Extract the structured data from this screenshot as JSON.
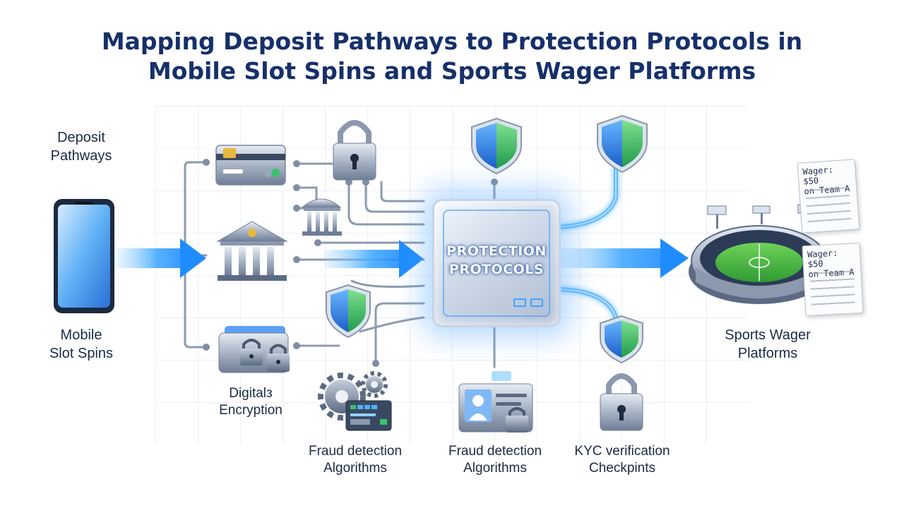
{
  "title": {
    "line1": "Mapping Deposit Pathways to Protection Protocols in",
    "line2": "Mobile Slot Spins and Sports Wager Platforms"
  },
  "labels": {
    "deposit_pathways": [
      "Deposit",
      "Pathways"
    ],
    "mobile_slot_spins": [
      "Mobile",
      "Slot Spins"
    ],
    "digital_encryption": [
      "Digitalз",
      "Encryption"
    ],
    "fraud_detection_1": [
      "Fraud detection",
      "Algorithms"
    ],
    "fraud_detection_2": [
      "Fraud detection",
      "Algorithms"
    ],
    "kyc": [
      "KYC verification",
      "Checkpints"
    ],
    "sports_wager": [
      "Sports Wager",
      "Platforms"
    ]
  },
  "center": {
    "line1": "PROTECTION",
    "line2": "PROTOCOLS"
  },
  "tickets": [
    {
      "line1": "Wager: $50",
      "line2": "on Team A"
    },
    {
      "line1": "Wager: $50",
      "line2": "on Team A"
    }
  ],
  "colors": {
    "title": "#16306a",
    "arrow_blue": "#1e8cff",
    "shield_blue": "#2d7fe0",
    "shield_green": "#3fbf6a",
    "metal": "#8e9bb0"
  },
  "icons": [
    "smartphone-icon",
    "credit-card-icon",
    "bank-icon",
    "small-bank-icon",
    "encrypted-wallet-icon",
    "padlock-icon",
    "shield-icon",
    "gears-icon",
    "id-card-icon",
    "stadium-icon",
    "wager-ticket-icon"
  ]
}
